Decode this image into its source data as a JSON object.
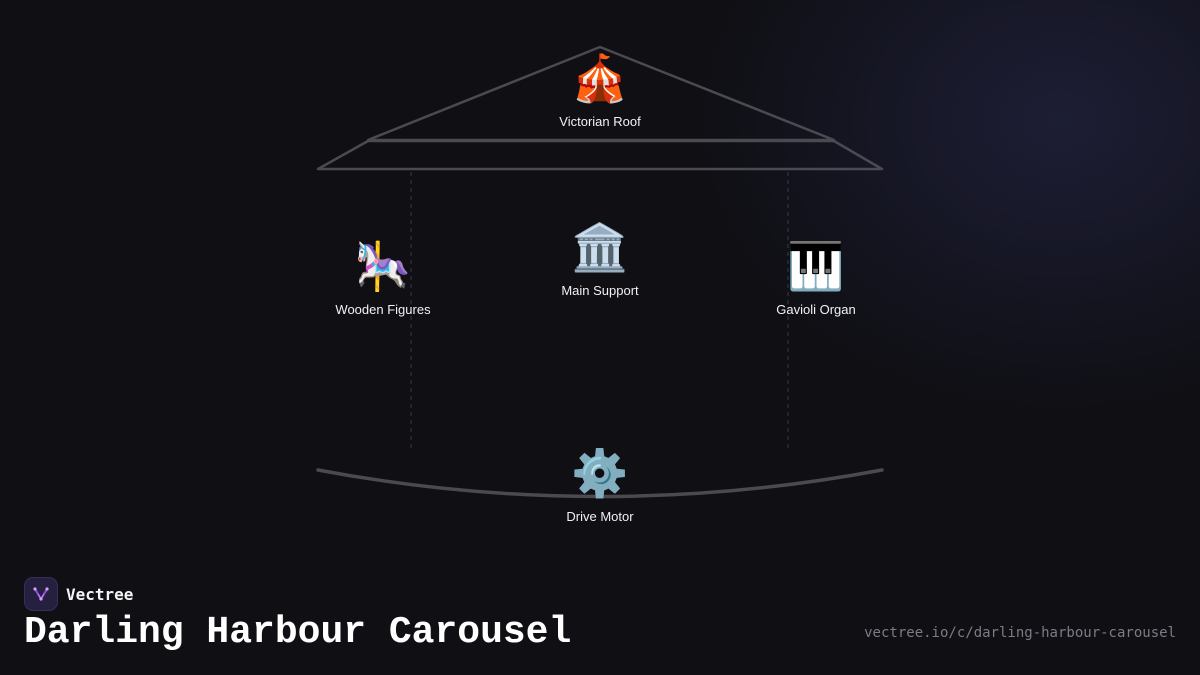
{
  "diagram": {
    "nodes": [
      {
        "id": "victorian-roof",
        "label": "Victorian Roof",
        "emoji": "🎪"
      },
      {
        "id": "main-support",
        "label": "Main Support",
        "emoji": "🏛️"
      },
      {
        "id": "wooden-figures",
        "label": "Wooden Figures",
        "emoji": "🎠"
      },
      {
        "id": "gavioli-organ",
        "label": "Gavioli Organ",
        "emoji": "🎹"
      },
      {
        "id": "drive-motor",
        "label": "Drive Motor",
        "emoji": "⚙️"
      }
    ]
  },
  "footer": {
    "brand": "Vectree",
    "brand_icon": "vectree-logo-icon",
    "title": "Darling Harbour Carousel",
    "url": "vectree.io/c/darling-harbour-carousel"
  },
  "colors": {
    "background": "#0f0f14",
    "lines": "#4a4a50",
    "accent": "#b96cff"
  }
}
